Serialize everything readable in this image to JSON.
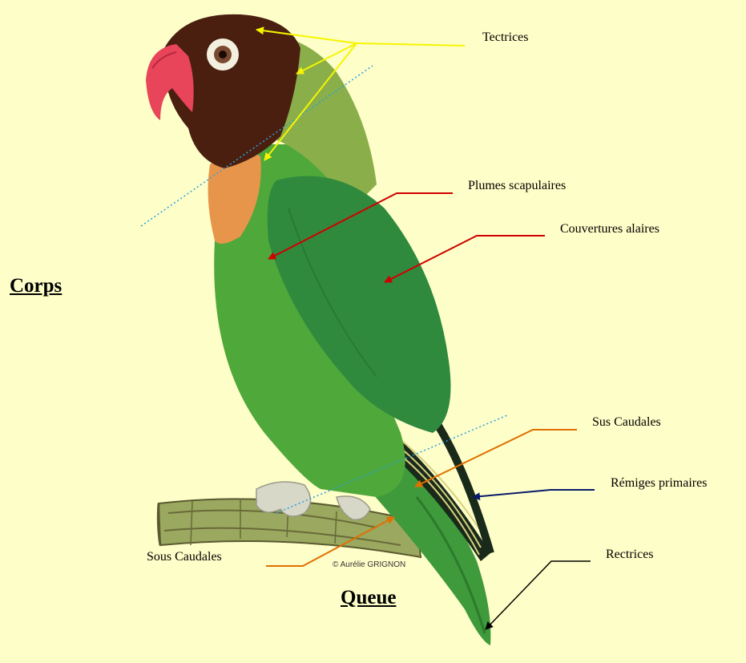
{
  "labels": {
    "tectrices": "Tectrices",
    "plumes_scapulaires": "Plumes scapulaires",
    "couvertures_alaires": "Couvertures alaires",
    "sus_caudales": "Sus Caudales",
    "remiges_primaires": "Rémiges primaires",
    "rectrices": "Rectrices",
    "sous_caudales": "Sous Caudales"
  },
  "sections": {
    "corps": "Corps",
    "queue": "Queue"
  },
  "credit": "© Aurélie GRIGNON",
  "colors": {
    "background": "#fefec8",
    "head": "#4a1f10",
    "beak": "#e8445a",
    "throat": "#e8954c",
    "body_green": "#4fa83a",
    "back_green": "#8aae4a",
    "wing_green": "#2f8a3e",
    "arrow_yellow": "#f5f500",
    "arrow_red": "#d00000",
    "arrow_orange": "#e07000",
    "arrow_navy": "#0a1a6a",
    "divider_blue": "#2aa0e0"
  }
}
